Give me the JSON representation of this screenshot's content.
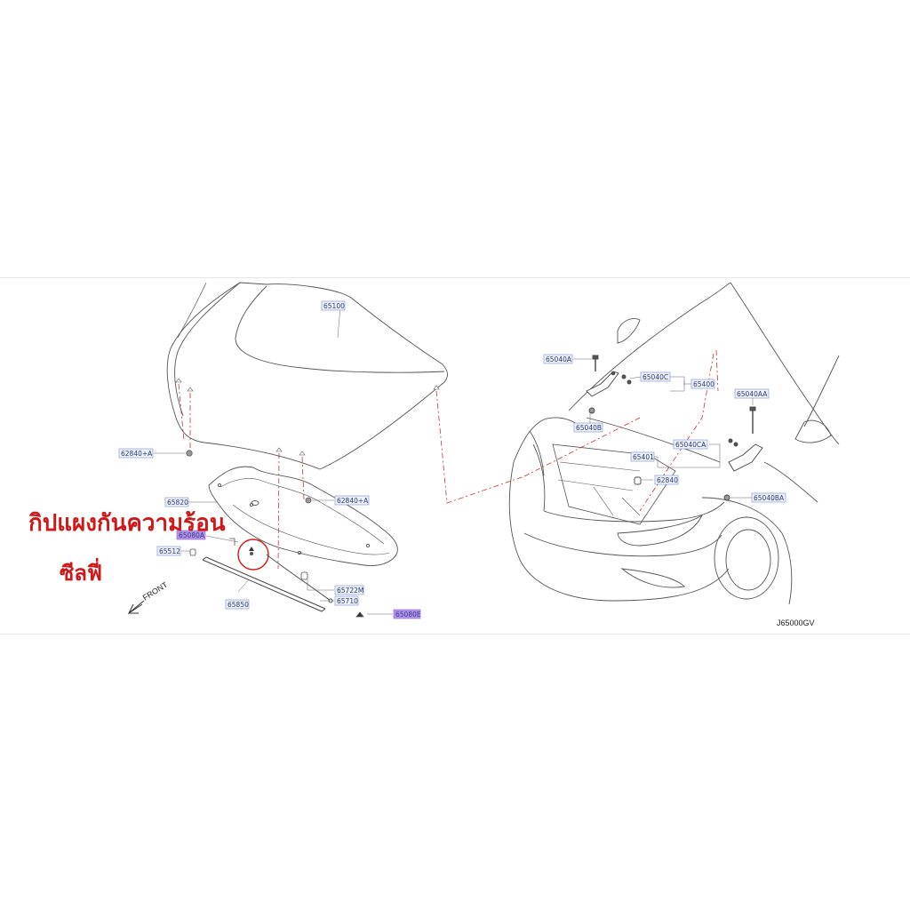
{
  "annotation": {
    "thai_line_1": "กิปแผงกันความร้อน",
    "thai_line_2": "ซีลฟี่",
    "highlight_color": "#d01818"
  },
  "diagram_code": "J65000GV",
  "front_label": "FRONT",
  "part_labels": {
    "p65100": "65100",
    "p62840a_left": "62840+A",
    "p65820": "65820",
    "p62840a_mid": "62840+A",
    "p65080a": "65080A",
    "p65512": "65512",
    "p65722m": "65722M",
    "p65710": "65710",
    "p65850": "65850",
    "p65080e": "65080E",
    "p65040a": "65040A",
    "p65040c": "65040C",
    "p65400": "65400",
    "p65040b": "65040B",
    "p65040aa": "65040AA",
    "p65040ca": "65040CA",
    "p65401": "65401",
    "p62840": "62840",
    "p65040ba": "65040BA"
  },
  "colors": {
    "line": "#555555",
    "leader_dash": "#c0392b",
    "label_box": "#eef2fb",
    "highlight_box": "#b693e6",
    "circle": "#d01818"
  }
}
